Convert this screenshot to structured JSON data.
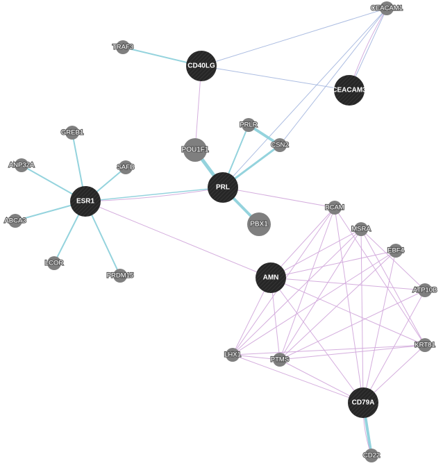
{
  "network": {
    "nodes": [
      {
        "id": "CEACAM1",
        "label": "CEACAM1",
        "kind": "result"
      },
      {
        "id": "TRAF3",
        "label": "TRAF3",
        "kind": "result"
      },
      {
        "id": "CD40LG",
        "label": "CD40LG",
        "kind": "query"
      },
      {
        "id": "CEACAM3",
        "label": "CEACAM3",
        "kind": "query"
      },
      {
        "id": "GREB1",
        "label": "GREB1",
        "kind": "result"
      },
      {
        "id": "PRLR",
        "label": "PRLR",
        "kind": "result"
      },
      {
        "id": "POU1F1",
        "label": "POU1F1",
        "kind": "result-large"
      },
      {
        "id": "CSN2",
        "label": "CSN2",
        "kind": "result"
      },
      {
        "id": "SAFB",
        "label": "SAFB",
        "kind": "result"
      },
      {
        "id": "ANP32A",
        "label": "ANP32A",
        "kind": "result"
      },
      {
        "id": "ESR1",
        "label": "ESR1",
        "kind": "query"
      },
      {
        "id": "PRL",
        "label": "PRL",
        "kind": "query"
      },
      {
        "id": "ABCA3",
        "label": "ABCA3",
        "kind": "result"
      },
      {
        "id": "PBX1",
        "label": "PBX1",
        "kind": "result-large"
      },
      {
        "id": "BCAM",
        "label": "BCAM",
        "kind": "result"
      },
      {
        "id": "MSRA",
        "label": "MSRA",
        "kind": "result"
      },
      {
        "id": "EBF4",
        "label": "EBF4",
        "kind": "result"
      },
      {
        "id": "LCOR",
        "label": "LCOR",
        "kind": "result"
      },
      {
        "id": "AMN",
        "label": "AMN",
        "kind": "query"
      },
      {
        "id": "PRDM15",
        "label": "PRDM15",
        "kind": "result"
      },
      {
        "id": "ATP10B",
        "label": "ATP10B",
        "kind": "result"
      },
      {
        "id": "LHX1",
        "label": "LHX1",
        "kind": "result"
      },
      {
        "id": "PTMS",
        "label": "PTMS",
        "kind": "result"
      },
      {
        "id": "KRT81",
        "label": "KRT81",
        "kind": "result"
      },
      {
        "id": "CD79A",
        "label": "CD79A",
        "kind": "query"
      },
      {
        "id": "CD22",
        "label": "CD22",
        "kind": "result"
      }
    ],
    "edges": [
      {
        "source": "CD40LG",
        "target": "TRAF3",
        "type": "physical",
        "weight": 2
      },
      {
        "source": "CD40LG",
        "target": "CEACAM1",
        "type": "pathway",
        "weight": 1
      },
      {
        "source": "CD40LG",
        "target": "CEACAM3",
        "type": "pathway",
        "weight": 1
      },
      {
        "source": "CD40LG",
        "target": "POU1F1",
        "type": "coexpression",
        "weight": 1
      },
      {
        "source": "CEACAM1",
        "target": "CEACAM3",
        "type": "pathway",
        "weight": 1
      },
      {
        "source": "CEACAM1",
        "target": "CEACAM3",
        "type": "coexpression",
        "weight": 1
      },
      {
        "source": "CEACAM1",
        "target": "CSN2",
        "type": "pathway",
        "weight": 1
      },
      {
        "source": "CEACAM1",
        "target": "PRL",
        "type": "pathway",
        "weight": 1
      },
      {
        "source": "POU1F1",
        "target": "PRL",
        "type": "physical",
        "weight": 5
      },
      {
        "source": "PRLR",
        "target": "PRL",
        "type": "physical",
        "weight": 2
      },
      {
        "source": "PRLR",
        "target": "CSN2",
        "type": "physical",
        "weight": 4
      },
      {
        "source": "CSN2",
        "target": "PRL",
        "type": "physical",
        "weight": 3
      },
      {
        "source": "PBX1",
        "target": "PRL",
        "type": "physical",
        "weight": 4
      },
      {
        "source": "ESR1",
        "target": "PRL",
        "type": "physical",
        "weight": 1.5
      },
      {
        "source": "ESR1",
        "target": "PRL",
        "type": "coexpression",
        "weight": 1
      },
      {
        "source": "ESR1",
        "target": "GREB1",
        "type": "physical",
        "weight": 2
      },
      {
        "source": "ESR1",
        "target": "ANP32A",
        "type": "physical",
        "weight": 2
      },
      {
        "source": "ESR1",
        "target": "SAFB",
        "type": "physical",
        "weight": 2
      },
      {
        "source": "ESR1",
        "target": "ABCA3",
        "type": "physical",
        "weight": 2
      },
      {
        "source": "ESR1",
        "target": "LCOR",
        "type": "physical",
        "weight": 2
      },
      {
        "source": "ESR1",
        "target": "PRDM15",
        "type": "physical",
        "weight": 2
      },
      {
        "source": "ESR1",
        "target": "AMN",
        "type": "coexpression",
        "weight": 1
      },
      {
        "source": "PRL",
        "target": "BCAM",
        "type": "coexpression",
        "weight": 1
      },
      {
        "source": "BCAM",
        "target": "AMN",
        "type": "coexpression",
        "weight": 1
      },
      {
        "source": "BCAM",
        "target": "LHX1",
        "type": "coexpression",
        "weight": 1
      },
      {
        "source": "BCAM",
        "target": "PTMS",
        "type": "coexpression",
        "weight": 1
      },
      {
        "source": "BCAM",
        "target": "CD79A",
        "type": "coexpression",
        "weight": 1
      },
      {
        "source": "BCAM",
        "target": "KRT81",
        "type": "coexpression",
        "weight": 1
      },
      {
        "source": "MSRA",
        "target": "AMN",
        "type": "coexpression",
        "weight": 1
      },
      {
        "source": "MSRA",
        "target": "LHX1",
        "type": "coexpression",
        "weight": 1
      },
      {
        "source": "MSRA",
        "target": "PTMS",
        "type": "coexpression",
        "weight": 1
      },
      {
        "source": "MSRA",
        "target": "CD79A",
        "type": "coexpression",
        "weight": 1
      },
      {
        "source": "MSRA",
        "target": "KRT81",
        "type": "coexpression",
        "weight": 1
      },
      {
        "source": "MSRA",
        "target": "ATP10B",
        "type": "coexpression",
        "weight": 1
      },
      {
        "source": "EBF4",
        "target": "AMN",
        "type": "coexpression",
        "weight": 1
      },
      {
        "source": "EBF4",
        "target": "PTMS",
        "type": "coexpression",
        "weight": 1
      },
      {
        "source": "EBF4",
        "target": "LHX1",
        "type": "coexpression",
        "weight": 1
      },
      {
        "source": "EBF4",
        "target": "CD79A",
        "type": "coexpression",
        "weight": 1
      },
      {
        "source": "ATP10B",
        "target": "AMN",
        "type": "coexpression",
        "weight": 1
      },
      {
        "source": "ATP10B",
        "target": "PTMS",
        "type": "coexpression",
        "weight": 1
      },
      {
        "source": "ATP10B",
        "target": "CD79A",
        "type": "coexpression",
        "weight": 1
      },
      {
        "source": "AMN",
        "target": "LHX1",
        "type": "coexpression",
        "weight": 1
      },
      {
        "source": "AMN",
        "target": "PTMS",
        "type": "coexpression",
        "weight": 1
      },
      {
        "source": "AMN",
        "target": "KRT81",
        "type": "coexpression",
        "weight": 1
      },
      {
        "source": "AMN",
        "target": "CD79A",
        "type": "coexpression",
        "weight": 1
      },
      {
        "source": "LHX1",
        "target": "PTMS",
        "type": "coexpression",
        "weight": 1
      },
      {
        "source": "LHX1",
        "target": "CD79A",
        "type": "coexpression",
        "weight": 1
      },
      {
        "source": "LHX1",
        "target": "KRT81",
        "type": "coexpression",
        "weight": 1
      },
      {
        "source": "PTMS",
        "target": "KRT81",
        "type": "coexpression",
        "weight": 1
      },
      {
        "source": "PTMS",
        "target": "CD79A",
        "type": "coexpression",
        "weight": 1
      },
      {
        "source": "KRT81",
        "target": "CD79A",
        "type": "coexpression",
        "weight": 1
      },
      {
        "source": "CD79A",
        "target": "CD22",
        "type": "physical",
        "weight": 4
      },
      {
        "source": "CD79A",
        "target": "CD22",
        "type": "coexpression",
        "weight": 1
      }
    ],
    "colors": {
      "query_node": "#262626",
      "query_node_stripe": "#3a3a3a",
      "result_node": "#7f7f7f",
      "label_text": "#ffffff",
      "physical": "#8fd1dc",
      "coexpression": "#d2a9dc",
      "pathway": "#a7b9e0"
    }
  }
}
